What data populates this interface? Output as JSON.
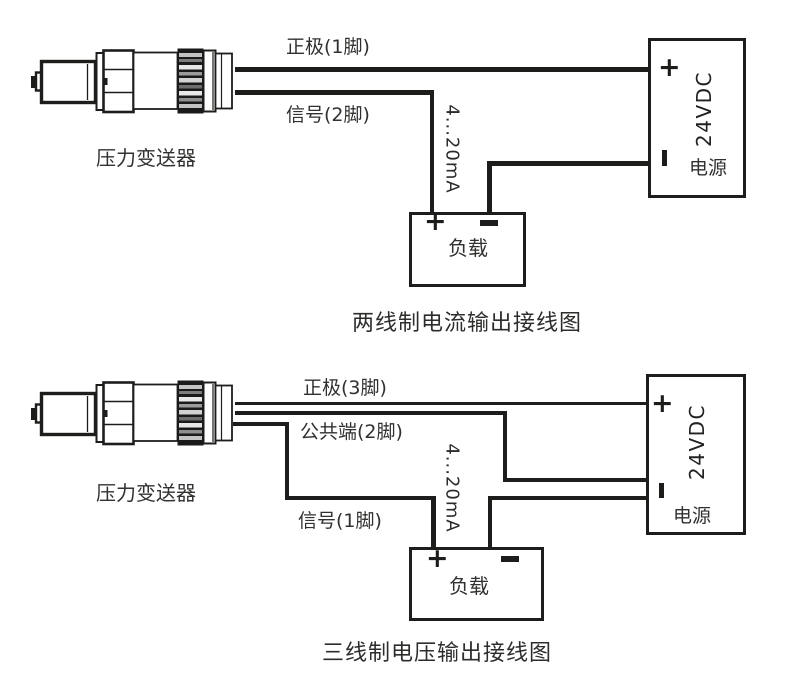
{
  "diagrams": [
    {
      "caption": "两线制电流输出接线图",
      "transmitter_label": "压力变送器",
      "labels": {
        "positive": "正极(1脚)",
        "signal": "信号(2脚)"
      },
      "current_range": "4...20mA",
      "load": {
        "name": "负载",
        "plus": "+",
        "minus": "−"
      },
      "power": {
        "voltage": "24VDC",
        "name": "电源",
        "plus": "+",
        "minus": "−"
      }
    },
    {
      "caption": "三线制电压输出接线图",
      "transmitter_label": "压力变送器",
      "labels": {
        "positive": "正极(3脚)",
        "common": "公共端(2脚)",
        "signal": "信号(1脚)"
      },
      "current_range": "4...20mA",
      "load": {
        "name": "负载",
        "plus": "+",
        "minus": "−"
      },
      "power": {
        "voltage": "24VDC",
        "name": "电源",
        "plus": "+",
        "minus": "−"
      }
    }
  ],
  "icons": {
    "transmitter": "pressure-transmitter-icon"
  },
  "colors": {
    "ink": "#1d1d1b",
    "background": "#ffffff"
  }
}
